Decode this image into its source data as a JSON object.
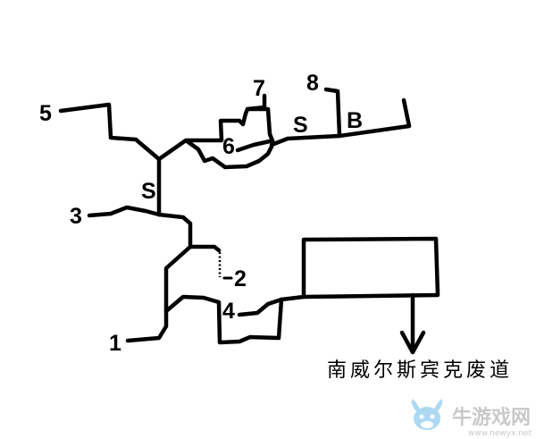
{
  "map": {
    "labels": [
      "5",
      "7",
      "8",
      "S",
      "B",
      "6",
      "S",
      "3",
      "2",
      "4",
      "1"
    ],
    "caption": "南威尔斯宾克废道"
  },
  "watermark": {
    "brand": "牛游戏网",
    "url": "www.newyx.net"
  },
  "colors": {
    "background": "#ffffff",
    "line": "#000000",
    "watermark": "#c9c9c9",
    "mascot": "#9fd3f0"
  },
  "icons": [
    "down-arrow-icon",
    "mascot-icon"
  ]
}
